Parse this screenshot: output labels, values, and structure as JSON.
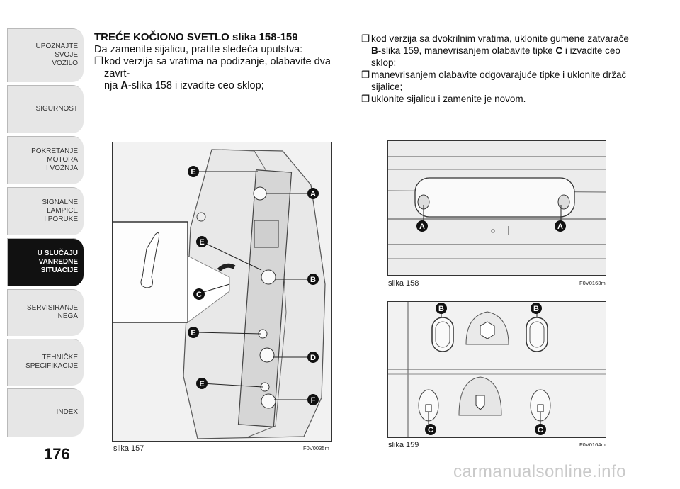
{
  "sidebar": {
    "tabs": [
      {
        "lines": [
          "UPOZNAJTE",
          "SVOJE",
          "VOZILO"
        ],
        "active": false
      },
      {
        "lines": [
          "SIGURNOST"
        ],
        "active": false
      },
      {
        "lines": [
          "POKRETANJE",
          "MOTORA",
          "I VOŽNJA"
        ],
        "active": false
      },
      {
        "lines": [
          "SIGNALNE",
          "LAMPICE",
          "I PORUKE"
        ],
        "active": false
      },
      {
        "lines": [
          "U SLUČAJU",
          "VANREDNE",
          "SITUACIJE"
        ],
        "active": true
      },
      {
        "lines": [
          "SERVISIRANJE",
          "I NEGA"
        ],
        "active": false
      },
      {
        "lines": [
          "TEHNIČKE",
          "SPECIFIKACIJE"
        ],
        "active": false
      },
      {
        "lines": [
          "INDEX"
        ],
        "active": false
      }
    ]
  },
  "page_number": "176",
  "left_text": {
    "heading": "TREĆE KOČIONO SVETLO slika 158-159",
    "intro": "Da zamenite sijalicu, pratite sledeća uputstva:",
    "bullet_symbol": "❒",
    "b1_a": "kod verzija sa vratima na podizanje, olabavite dva zavrt-",
    "b1_b": "nja ",
    "b1_letter": "A",
    "b1_c": "-slika 158 i izvadite ceo sklop;"
  },
  "right_text": {
    "b1_a": "kod verzija sa dvokrilnim vratima, uklonite gumene zatvarače",
    "b1_letter": "B",
    "b1_b": "-slika 159, manevrisanjem olabavite tipke ",
    "b1_letter2": "C",
    "b1_c": " i izvadite ceo",
    "b1_d": "sklop;",
    "b2_a": "manevrisanjem olabavite odgovarajuće tipke i uklonite držač",
    "b2_b": "sijalice;",
    "b3": "uklonite sijalicu i zamenite je novom."
  },
  "figures": {
    "fig157": {
      "caption": "slika 157",
      "code": "F0V0035m",
      "labels": [
        "E",
        "A",
        "E",
        "B",
        "C",
        "E",
        "D",
        "E",
        "F"
      ]
    },
    "fig158": {
      "caption": "slika 158",
      "code": "F0V0163m",
      "labels": [
        "A",
        "A"
      ]
    },
    "fig159": {
      "caption": "slika 159",
      "code": "F0V0164m",
      "labels": [
        "B",
        "B",
        "C",
        "C"
      ]
    }
  },
  "watermark": "carmanualsonline.info"
}
